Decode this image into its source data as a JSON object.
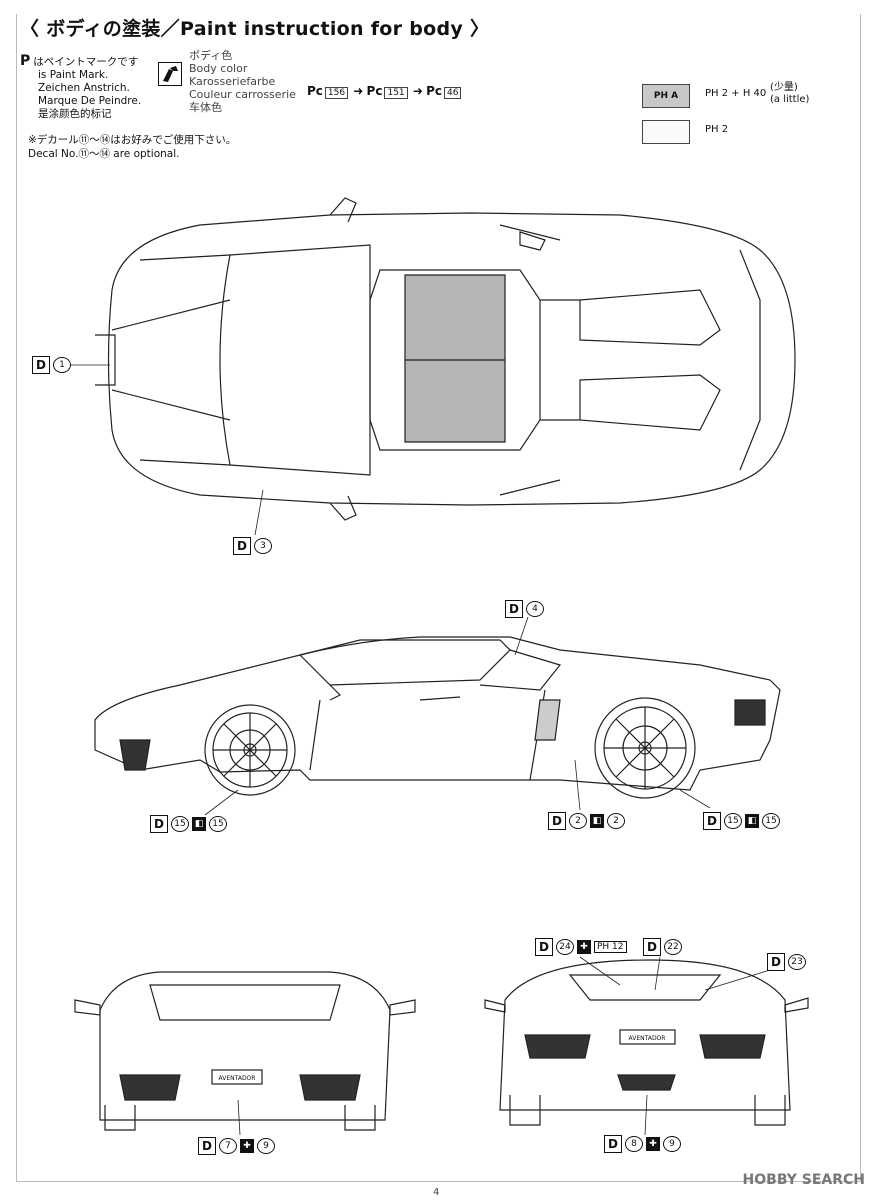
{
  "header": {
    "title": "〈 ボディの塗装／Paint instruction for body 〉"
  },
  "paint_mark": {
    "symbol": "P",
    "lines": [
      "はペイントマークです",
      "is Paint Mark.",
      "Zeichen Anstrich.",
      "Marque De Peindre.",
      "是涂颜色的标记"
    ]
  },
  "body_color": {
    "labels": [
      "ボディ色",
      "Body color",
      "Karosseriefarbe",
      "Couleur carrosserie",
      "车体色"
    ],
    "chain": {
      "prefix": "Pc",
      "steps": [
        "156",
        "151",
        "46"
      ],
      "arrow": "➜"
    }
  },
  "decal_note": {
    "line1": "※デカール⑪〜⑭はお好みでご使用下さい。",
    "line2": "Decal No.⑪〜⑭ are optional."
  },
  "swatches": [
    {
      "label": "PH A",
      "text": "PH 2 + H 40",
      "note1": "(少量)",
      "note2": "(a little)",
      "color": "#c8c8c8"
    },
    {
      "label": "",
      "text": "PH 2",
      "color": "#fafafa"
    }
  ],
  "callouts": {
    "d1": {
      "d": "D",
      "n": "1"
    },
    "d3": {
      "d": "D",
      "n": "3"
    },
    "d4": {
      "d": "D",
      "n": "4"
    },
    "d15a": {
      "d": "D",
      "n": "15",
      "m": "15"
    },
    "d2": {
      "d": "D",
      "n": "2",
      "m": "2"
    },
    "d15b": {
      "d": "D",
      "n": "15",
      "m": "15"
    },
    "d24": {
      "d": "D",
      "n": "24",
      "ph": "PH 12"
    },
    "d22": {
      "d": "D",
      "n": "22"
    },
    "d23": {
      "d": "D",
      "n": "23"
    },
    "d7": {
      "d": "D",
      "n": "7",
      "m": "9"
    },
    "d8": {
      "d": "D",
      "n": "8",
      "m": "9"
    }
  },
  "plates": {
    "front": "AVENTADOR",
    "rear": "AVENTADOR"
  },
  "watermark": "HOBBY SEARCH",
  "page_number": "4"
}
